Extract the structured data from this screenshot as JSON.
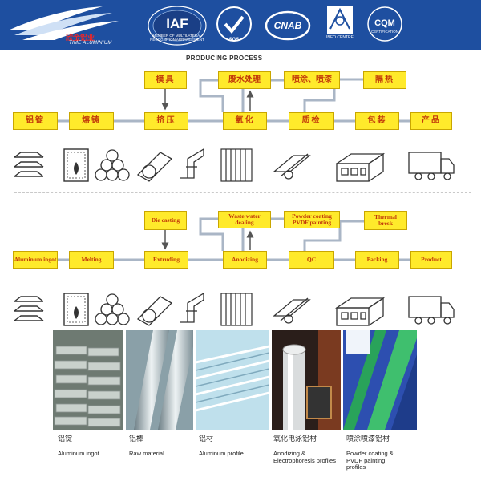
{
  "header": {
    "logo_cn": "欣金铝业",
    "logo_en": "TIME ALUMINIUM",
    "certs": [
      {
        "label": "IAF",
        "sub": "MEMBER OF MULTILATERAL RECOGNITION ARRANGEMENT"
      },
      {
        "label": "SGS",
        "sub": ""
      },
      {
        "label": "CNAB",
        "sub": ""
      },
      {
        "label": "",
        "sub": "INFO CENTRE"
      },
      {
        "label": "CQM",
        "sub": "CERTIFICATION"
      }
    ]
  },
  "process": {
    "title": "PRODUCING PROCESS",
    "cn": {
      "ingot": "铝锭",
      "melting": "熔铸",
      "extruding": "挤压",
      "anodizing": "氧化",
      "qc": "质检",
      "packing": "包装",
      "product": "产品",
      "die": "模具",
      "waste": "废水处理",
      "coating": "喷涂、喷漆",
      "thermal": "隔热"
    },
    "en": {
      "ingot": "Aluminum ingot",
      "melting": "Melting",
      "extruding": "Extruding",
      "anodizing": "Anodizing",
      "qc": "QC",
      "packing": "Packing",
      "product": "Product",
      "die": "Die casting",
      "waste": "Waste water dealing",
      "coating": "Powder coating PVDF painting",
      "thermal": "Thermal bresk"
    }
  },
  "icons": [
    "ingots-icon",
    "furnace-icon",
    "billets-icon",
    "extruder-icon",
    "profile-icon",
    "anodizing-tank-icon",
    "qc-caliper-icon",
    "packed-profiles-icon",
    "truck-icon"
  ],
  "products": [
    {
      "cn": "铝锭",
      "en": "Aluminum ingot"
    },
    {
      "cn": "铝棒",
      "en": "Raw material"
    },
    {
      "cn": "铝材",
      "en": "Aluminum profile"
    },
    {
      "cn": "氧化电泳铝材",
      "en": "Anodizing &\nElectrophoresis profiles"
    },
    {
      "cn": "喷涂喷漆铝材",
      "en": "Powder coating &\nPVDF painting\nprofiles"
    }
  ]
}
